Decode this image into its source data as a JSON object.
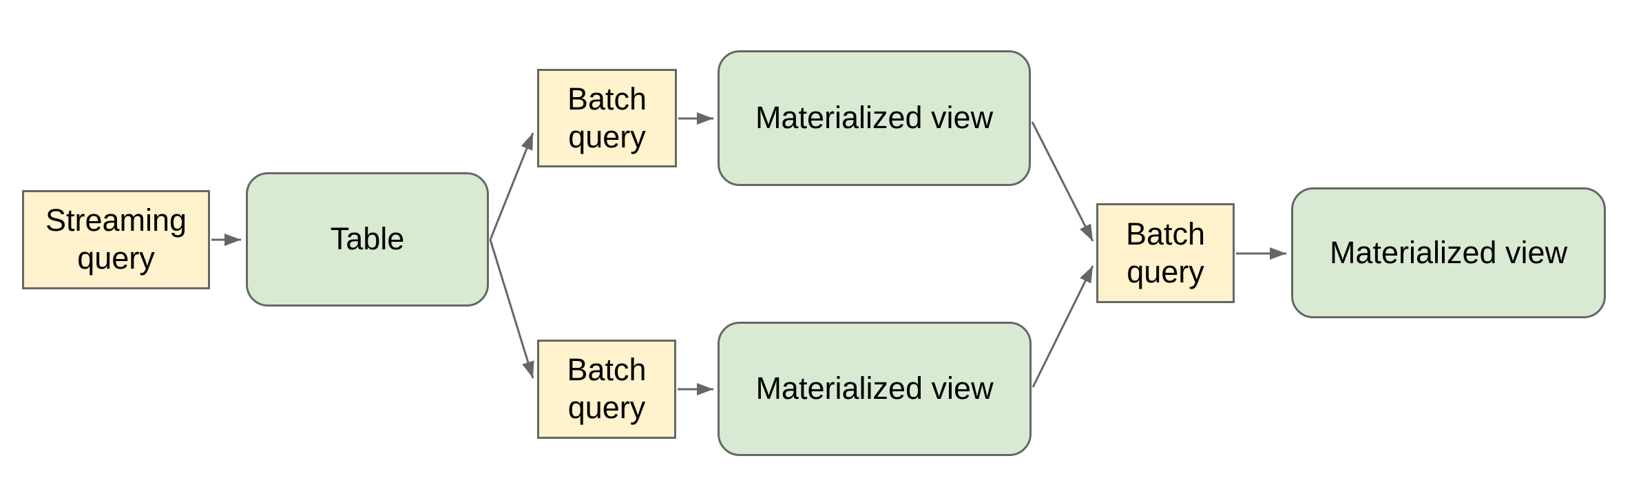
{
  "diagram": {
    "title": "streaming-to-materialized-view-pipeline",
    "palette": {
      "query_fill": "#fff2cc",
      "table_fill": "#d9ead3",
      "border": "#666666",
      "arrow": "#666666",
      "text": "#000000",
      "background": "#ffffff"
    },
    "nodes": [
      {
        "id": "streaming-query",
        "label": "Streaming query",
        "kind": "query"
      },
      {
        "id": "table",
        "label": "Table",
        "kind": "table"
      },
      {
        "id": "batch-top",
        "label": "Batch query",
        "kind": "query"
      },
      {
        "id": "mv-top",
        "label": "Materialized view",
        "kind": "table"
      },
      {
        "id": "batch-bottom",
        "label": "Batch query",
        "kind": "query"
      },
      {
        "id": "mv-bottom",
        "label": "Materialized view",
        "kind": "table"
      },
      {
        "id": "batch-final",
        "label": "Batch query",
        "kind": "query"
      },
      {
        "id": "mv-final",
        "label": "Materialized view",
        "kind": "table"
      }
    ],
    "edges": [
      {
        "from": "streaming-query",
        "to": "table"
      },
      {
        "from": "table",
        "to": "batch-top"
      },
      {
        "from": "table",
        "to": "batch-bottom"
      },
      {
        "from": "batch-top",
        "to": "mv-top"
      },
      {
        "from": "batch-bottom",
        "to": "mv-bottom"
      },
      {
        "from": "mv-top",
        "to": "batch-final"
      },
      {
        "from": "mv-bottom",
        "to": "batch-final"
      },
      {
        "from": "batch-final",
        "to": "mv-final"
      }
    ]
  }
}
